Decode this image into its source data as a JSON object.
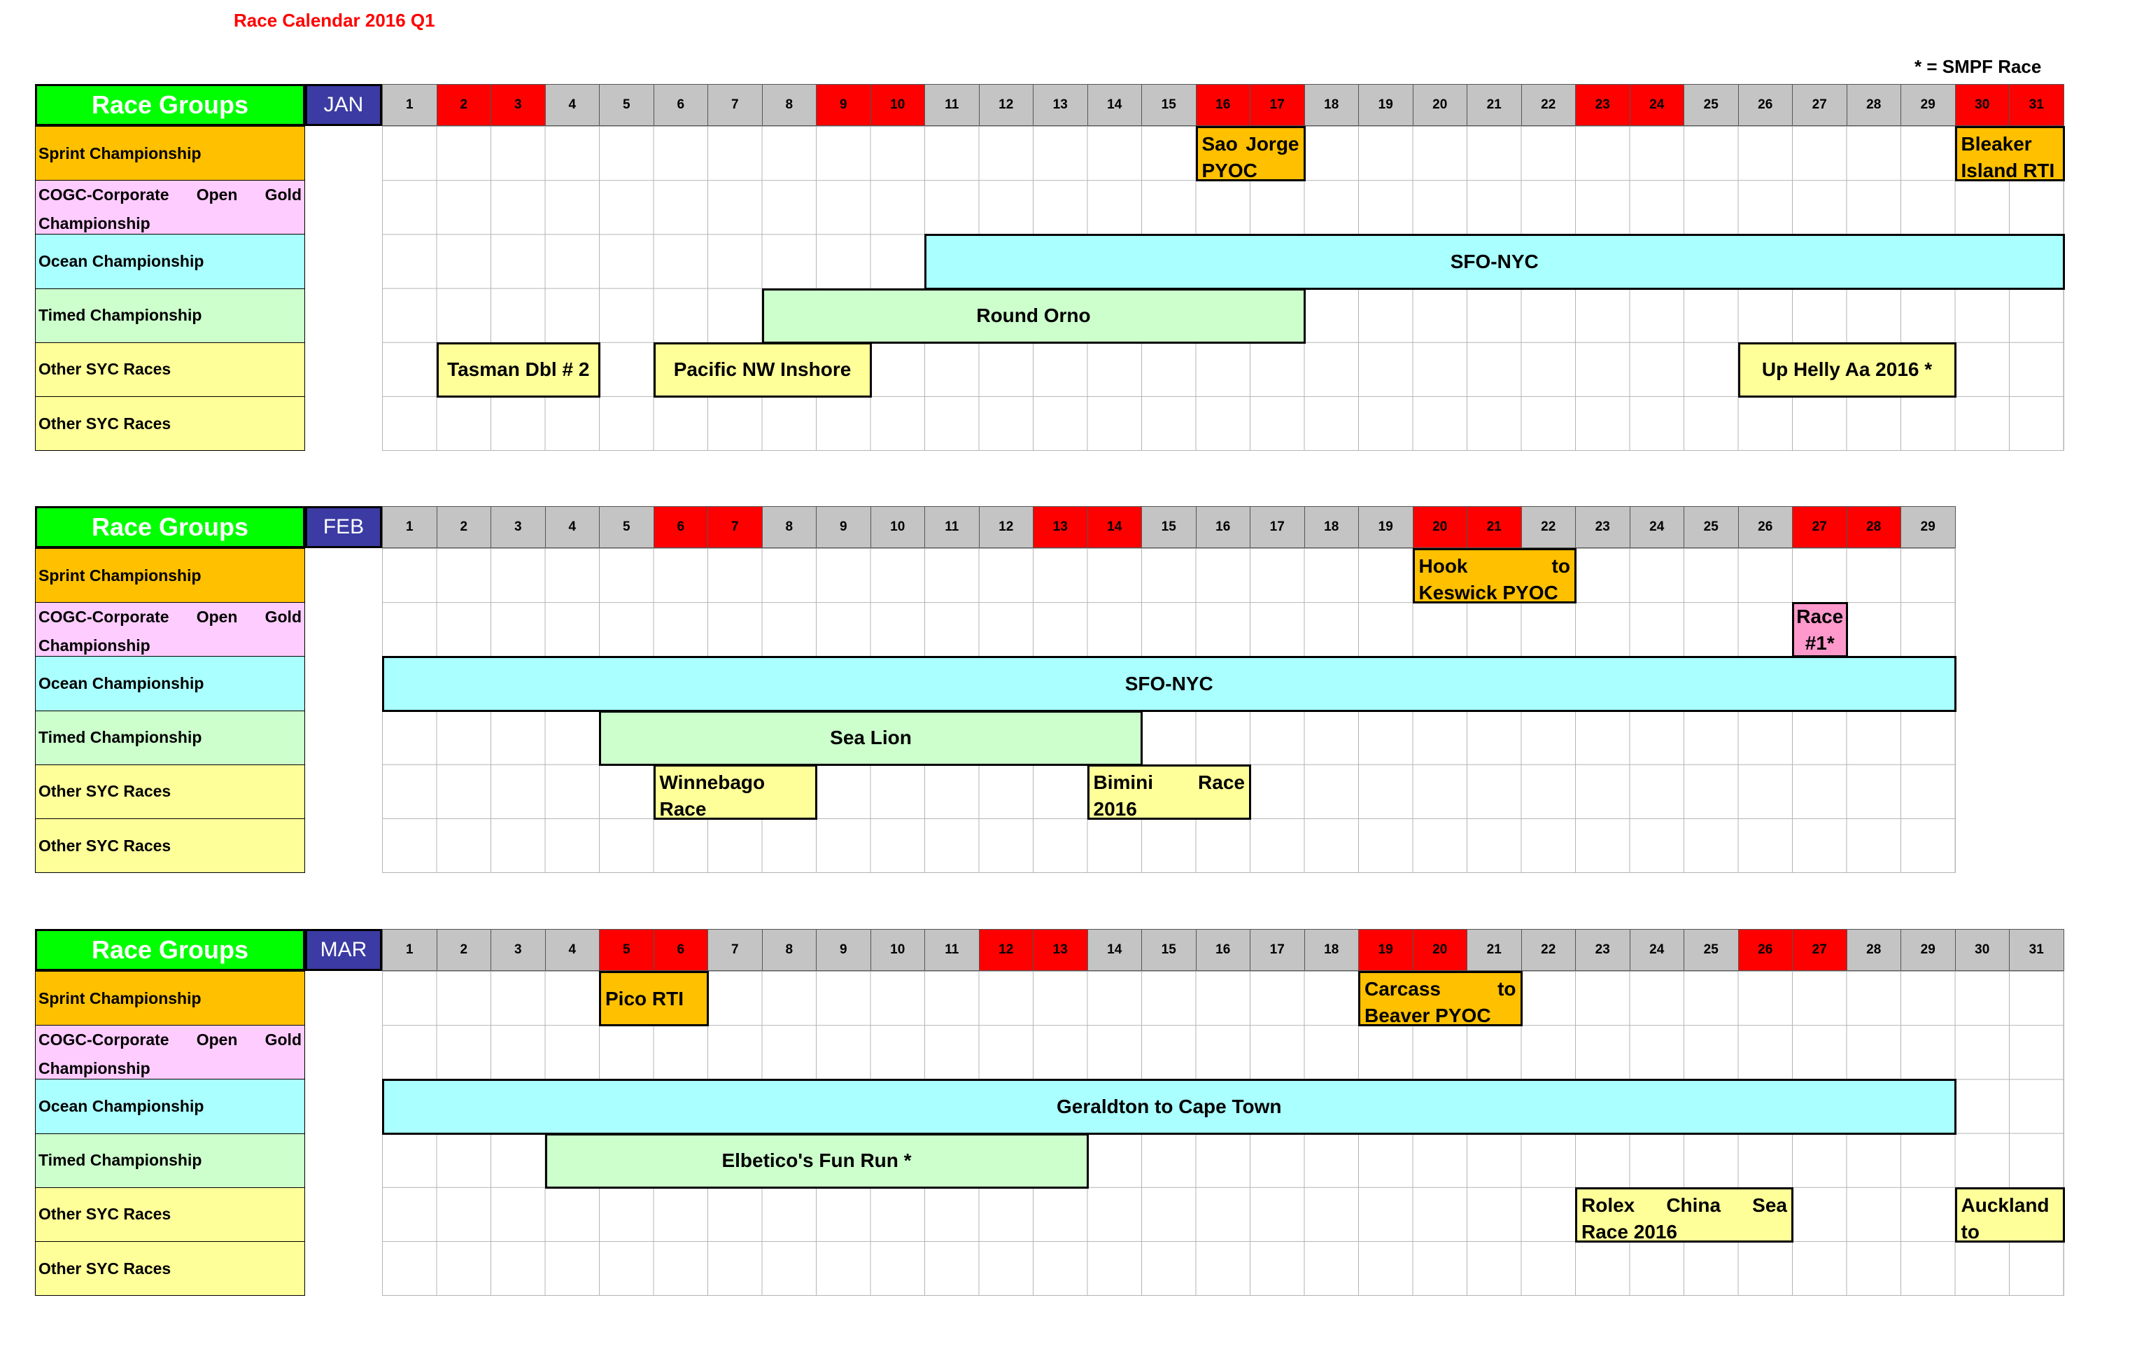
{
  "title": "Race Calendar 2016  Q1",
  "note": "* = SMPF Race",
  "race_groups_label": "Race Groups",
  "colors": {
    "header_green": "#00ff00",
    "month_blue": "#3b3ba3",
    "weekend_red": "#ff0000",
    "weekday_gray": "#c4c4c4",
    "sprint": "#ffc000",
    "cogc": "#ffccff",
    "ocean": "#aaffff",
    "timed": "#ccffcc",
    "other": "#ffff99",
    "cogc_event": "#ff99cc"
  },
  "groups": [
    {
      "label": "Sprint Championship",
      "color": "#ffc000"
    },
    {
      "label": "COGC-Corporate Open Gold Championship",
      "color": "#ffccff"
    },
    {
      "label": "Ocean Championship",
      "color": "#aaffff"
    },
    {
      "label": "Timed Championship",
      "color": "#ccffcc"
    },
    {
      "label": "Other SYC Races",
      "color": "#ffff99"
    },
    {
      "label": "Other SYC Races",
      "color": "#ffff99"
    }
  ],
  "months": [
    {
      "name": "JAN",
      "days": 31,
      "weekends": [
        2,
        3,
        9,
        10,
        16,
        17,
        23,
        24,
        30,
        31
      ],
      "events": [
        {
          "row": 0,
          "start": 16,
          "end": 17,
          "label": "Sao Jorge PYOC",
          "color": "#ffc000",
          "style": "multi"
        },
        {
          "row": 0,
          "start": 30,
          "end": 31,
          "label": "Bleaker Island RTI",
          "color": "#ffc000",
          "style": "multi"
        },
        {
          "row": 2,
          "start": 11,
          "end": 31,
          "label": "SFO-NYC",
          "color": "#aaffff",
          "style": "center"
        },
        {
          "row": 3,
          "start": 8,
          "end": 17,
          "label": "Round Orno",
          "color": "#ccffcc",
          "style": "center"
        },
        {
          "row": 4,
          "start": 2,
          "end": 4,
          "label": "Tasman Dbl # 2",
          "color": "#ffff99",
          "style": "center"
        },
        {
          "row": 4,
          "start": 6,
          "end": 9,
          "label": "Pacific NW Inshore",
          "color": "#ffff99",
          "style": "center"
        },
        {
          "row": 4,
          "start": 26,
          "end": 29,
          "label": "Up Helly Aa 2016  *",
          "color": "#ffff99",
          "style": "center"
        }
      ]
    },
    {
      "name": "FEB",
      "days": 29,
      "weekends": [
        6,
        7,
        13,
        14,
        20,
        21,
        27,
        28
      ],
      "events": [
        {
          "row": 0,
          "start": 20,
          "end": 22,
          "label": "Hook to Keswick PYOC",
          "color": "#ffc000",
          "style": "multi"
        },
        {
          "row": 1,
          "start": 27,
          "end": 27,
          "label": "Race #1*",
          "color": "#ff99cc",
          "style": "ctr-multi"
        },
        {
          "row": 2,
          "start": 1,
          "end": 29,
          "label": "SFO-NYC",
          "color": "#aaffff",
          "style": "center"
        },
        {
          "row": 3,
          "start": 5,
          "end": 14,
          "label": "Sea Lion",
          "color": "#ccffcc",
          "style": "center"
        },
        {
          "row": 4,
          "start": 6,
          "end": 8,
          "label": "Winnebago Race",
          "color": "#ffff99",
          "style": "multi"
        },
        {
          "row": 4,
          "start": 14,
          "end": 16,
          "label": "Bimini Race 2016",
          "color": "#ffff99",
          "style": "multi"
        }
      ]
    },
    {
      "name": "MAR",
      "days": 31,
      "weekends": [
        5,
        6,
        12,
        13,
        19,
        20,
        26,
        27
      ],
      "events": [
        {
          "row": 0,
          "start": 5,
          "end": 6,
          "label": "Pico RTI",
          "color": "#ffc000",
          "style": "left"
        },
        {
          "row": 0,
          "start": 19,
          "end": 21,
          "label": "Carcass to Beaver PYOC",
          "color": "#ffc000",
          "style": "multi"
        },
        {
          "row": 2,
          "start": 1,
          "end": 29,
          "label": "Geraldton to Cape Town",
          "color": "#aaffff",
          "style": "center"
        },
        {
          "row": 3,
          "start": 4,
          "end": 13,
          "label": "Elbetico's Fun Run *",
          "color": "#ccffcc",
          "style": "center"
        },
        {
          "row": 4,
          "start": 23,
          "end": 26,
          "label": "Rolex China Sea Race 2016",
          "color": "#ffff99",
          "style": "multi"
        },
        {
          "row": 4,
          "start": 30,
          "end": 31,
          "label": "Auckland to Tauranga",
          "color": "#ffff99",
          "style": "multi"
        }
      ]
    }
  ]
}
